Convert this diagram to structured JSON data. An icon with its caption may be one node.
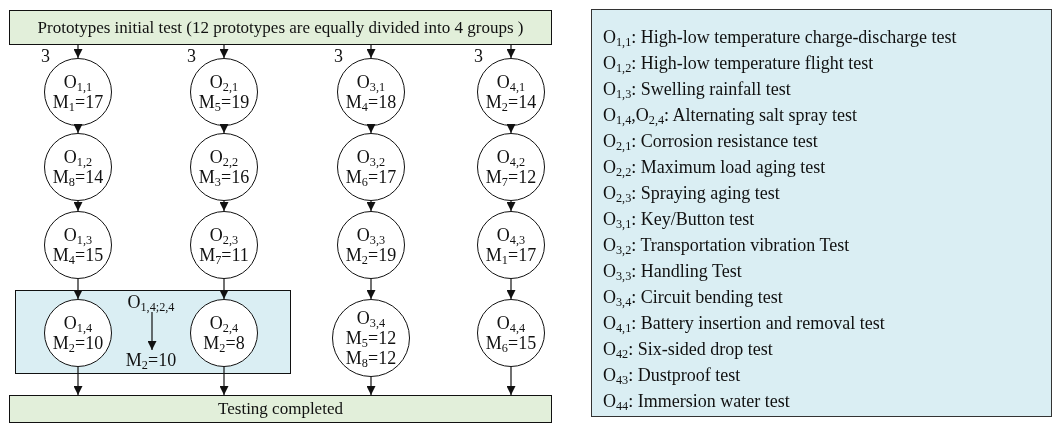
{
  "diagram": {
    "nodes": [
      {
        "text": [
          "Prototypes initial test (12 prototypes are equally divided into 4 groups )"
        ]
      },
      {
        "text": [],
        "shape": "box"
      },
      {
        "text": [
          "O$_{1,1}$",
          "M$_{1}$=17"
        ]
      },
      {
        "text": [
          "O$_{1,2}$",
          "M$_{8}$=14"
        ]
      },
      {
        "text": [
          "O$_{1,3}$",
          "M$_{4}$=15"
        ]
      },
      {
        "text": [
          "O$_{1,4}$",
          "M$_{2}$=10"
        ],
        "in": 1
      },
      {
        "text": [
          "O$_{2,1}$",
          "M$_{5}$=19"
        ]
      },
      {
        "text": [
          "O$_{2,2}$",
          "M$_{3}$=16"
        ]
      },
      {
        "text": [
          "O$_{2,3}$",
          "M$_{7}$=11"
        ]
      },
      {
        "text": [
          "O$_{2,4}$",
          "M$_{2}$=8"
        ],
        "in": 1
      },
      {
        "text": [
          "O$_{3,1}$",
          "M$_{4}$=18"
        ]
      },
      {
        "text": [
          "O$_{3,2}$",
          "M$_{6}$=17"
        ]
      },
      {
        "text": [
          "O$_{3,3}$",
          "M$_{2}$=19"
        ]
      },
      {
        "text": [
          "O$_{3,4}$",
          "M$_{5}$=12",
          "M$_{8}$=12"
        ]
      },
      {
        "text": [
          "O$_{4,1}$",
          "M$_{2}$=14"
        ]
      },
      {
        "text": [
          "O$_{4,2}$",
          "M$_{7}$=12"
        ]
      },
      {
        "text": [
          "O$_{4,3}$",
          "M$_{1}$=17"
        ]
      },
      {
        "text": [
          "O$_{4,4}$",
          "M$_{6}$=15"
        ]
      },
      {
        "text": [
          "O$_{1,4;2,4}$"
        ],
        "in": 1
      },
      {
        "text": [
          "M$_{2}$=10"
        ],
        "in": 1
      },
      {
        "text": [
          "Testing completed"
        ]
      },
      {
        "text": [
          "O$_{1,1}$: High-low temperature charge-discharge test",
          "O$_{1,2}$: High-low temperature flight test",
          "O$_{1,3}$: Swelling rainfall test",
          "O$_{1,4}$,O$_{2,4}$: Alternating salt spray test",
          "O$_{2,1}$: Corrosion resistance test",
          "O$_{2,2}$: Maximum load aging test",
          "O$_{2,3}$: Spraying aging test",
          "O$_{3,1}$: Key/Button test",
          "O$_{3,2}$: Transportation vibration Test",
          "O$_{3,3}$: Handling Test",
          "O$_{3,4}$: Circuit bending test",
          "O$_{4,1}$: Battery insertion and removal test",
          "O$_{42}$: Six-sided drop test",
          "O$_{43}$: Dustproof test",
          "O$_{44}$: Immersion water test"
        ]
      }
    ],
    "edges": [
      {
        "from": 0,
        "to": 2,
        "arrow": "to",
        "label": "3"
      },
      {
        "from": 0,
        "to": 6,
        "arrow": "to",
        "label": "3"
      },
      {
        "from": 0,
        "to": 10,
        "arrow": "to",
        "label": "3"
      },
      {
        "from": 0,
        "to": 14,
        "arrow": "to",
        "label": "3"
      },
      {
        "from": 2,
        "to": 3,
        "arrow": "to"
      },
      {
        "from": 3,
        "to": 4,
        "arrow": "to"
      },
      {
        "from": 4,
        "to": 5,
        "arrow": "to"
      },
      {
        "from": 6,
        "to": 7,
        "arrow": "to"
      },
      {
        "from": 7,
        "to": 8,
        "arrow": "to"
      },
      {
        "from": 8,
        "to": 9,
        "arrow": "to"
      },
      {
        "from": 10,
        "to": 11,
        "arrow": "to"
      },
      {
        "from": 11,
        "to": 12,
        "arrow": "to"
      },
      {
        "from": 12,
        "to": 13,
        "arrow": "to"
      },
      {
        "from": 14,
        "to": 15,
        "arrow": "to"
      },
      {
        "from": 15,
        "to": 16,
        "arrow": "to"
      },
      {
        "from": 16,
        "to": 17,
        "arrow": "to"
      },
      {
        "from": 5,
        "to": 20,
        "arrow": "to"
      },
      {
        "from": 9,
        "to": 20,
        "arrow": "to"
      },
      {
        "from": 13,
        "to": 20,
        "arrow": "to"
      },
      {
        "from": 17,
        "to": 20,
        "arrow": "to"
      },
      {
        "from": 18,
        "to": 19,
        "arrow": "to"
      }
    ]
  }
}
